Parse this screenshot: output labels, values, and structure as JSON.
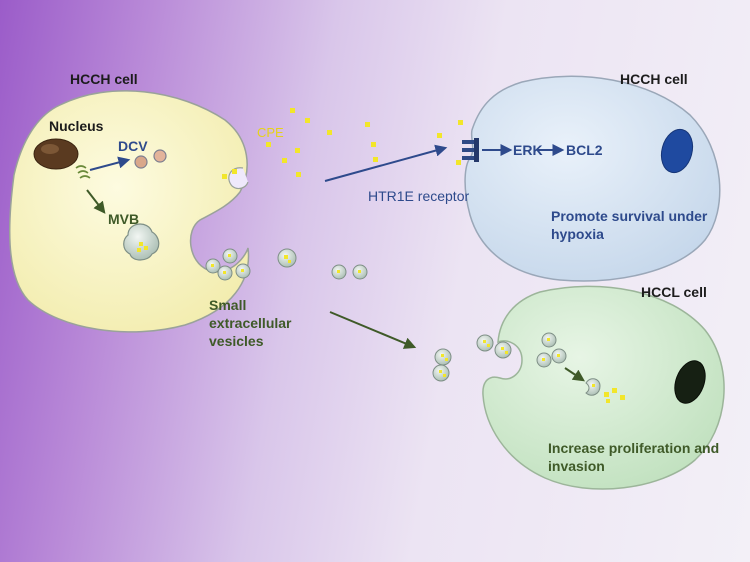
{
  "labels": {
    "source_cell": "HCCH cell",
    "nucleus": "Nucleus",
    "dcv": "DCV",
    "mvb": "MVB",
    "cpe": "CPE",
    "target_cell_top": "HCCH cell",
    "receptor": "HTR1E receptor",
    "erk": "ERK",
    "bcl2": "BCL2",
    "survival_line1": "Promote survival under",
    "survival_line2": "hypoxia",
    "target_cell_bottom": "HCCL cell",
    "vesicles_line1": "Small",
    "vesicles_line2": "extracellular",
    "vesicles_line3": "vesicles",
    "prolif_line1": "Increase proliferation and",
    "prolif_line2": "invasion"
  },
  "colors": {
    "source_cell_fill": "#f7f3bf",
    "top_cell_fill": "#d6e4f2",
    "bottom_cell_fill": "#d3ecd2",
    "cpe_particle": "#f2e62a",
    "arrow_blue": "#2e4a8c",
    "arrow_green": "#3f5a28"
  }
}
